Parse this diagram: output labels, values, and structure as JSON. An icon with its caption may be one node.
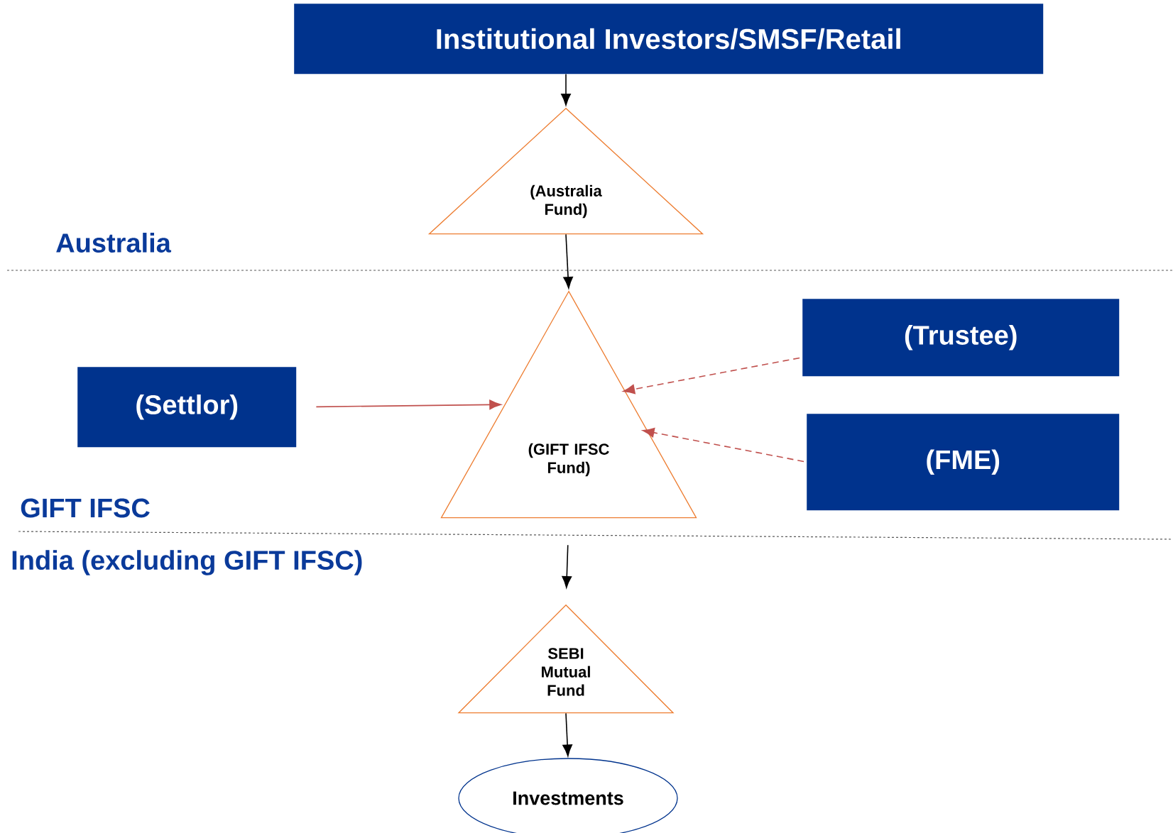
{
  "diagram": {
    "nodes": [
      {
        "text": [
          "Institutional Investors/SMSF/Retail"
        ]
      },
      {
        "text": [
          "(Australia Fund)"
        ]
      },
      {
        "text": [
          "(GIFT IFSC Fund)"
        ]
      },
      {
        "text": [
          "(Trustee)"
        ]
      },
      {
        "text": [
          "(Settlor)"
        ]
      },
      {
        "text": [
          "(FME)"
        ]
      },
      {
        "text": [
          "SEBI Mutual Fund"
        ]
      },
      {
        "text": [
          "Investments"
        ]
      }
    ],
    "edges": [
      {
        "from": 0,
        "to": 1,
        "arrow": "to"
      },
      {
        "from": 1,
        "to": 2,
        "arrow": "to"
      },
      {
        "from": 3,
        "to": 2,
        "arrow": "to",
        "style": "dashed",
        "color": "#c0504d"
      },
      {
        "from": 4,
        "to": 2,
        "arrow": "to",
        "color": "#c0504d"
      },
      {
        "from": 5,
        "to": 2,
        "arrow": "to",
        "style": "dashed",
        "color": "#c0504d"
      },
      {
        "from": 2,
        "to": 6,
        "arrow": "to"
      },
      {
        "from": 6,
        "to": 7,
        "arrow": "to"
      }
    ],
    "labels": [
      "Australia",
      "GIFT IFSC",
      "India (excluding GIFT IFSC)"
    ]
  }
}
